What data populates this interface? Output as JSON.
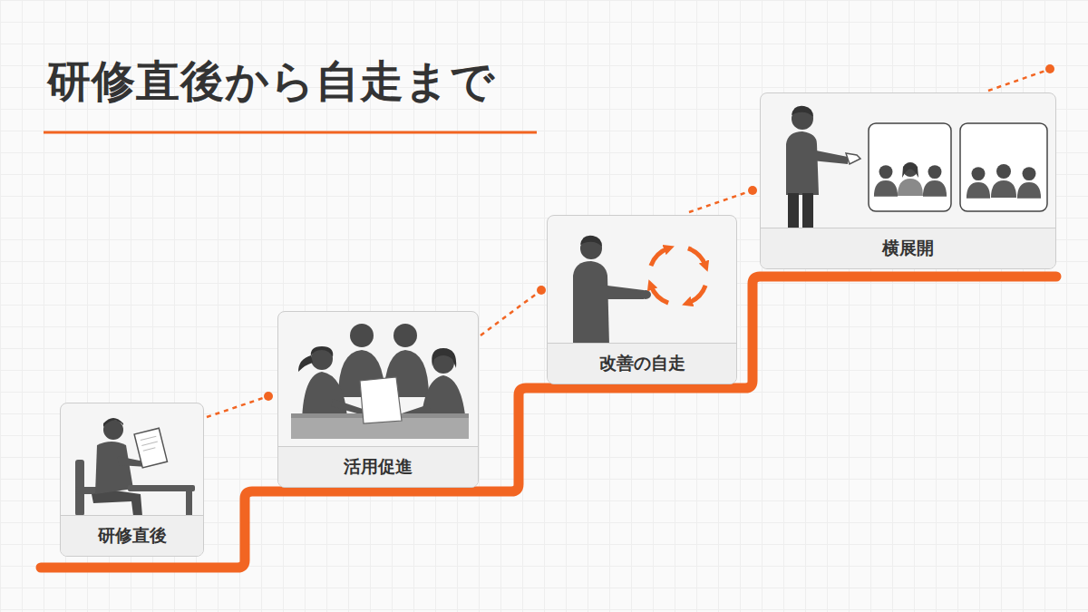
{
  "diagram": {
    "title": "研修直後から自走まで",
    "nodes": [
      {
        "text": [
          "研修直後"
        ]
      },
      {
        "text": [
          "活用促進"
        ]
      },
      {
        "text": [
          "改善の自走"
        ]
      },
      {
        "text": [
          "横展開"
        ]
      }
    ],
    "edges": [
      {
        "from": 0,
        "to": 1,
        "arrow": "none"
      },
      {
        "from": 1,
        "to": 2,
        "arrow": "none"
      },
      {
        "from": 2,
        "to": 3,
        "arrow": "none"
      }
    ]
  }
}
